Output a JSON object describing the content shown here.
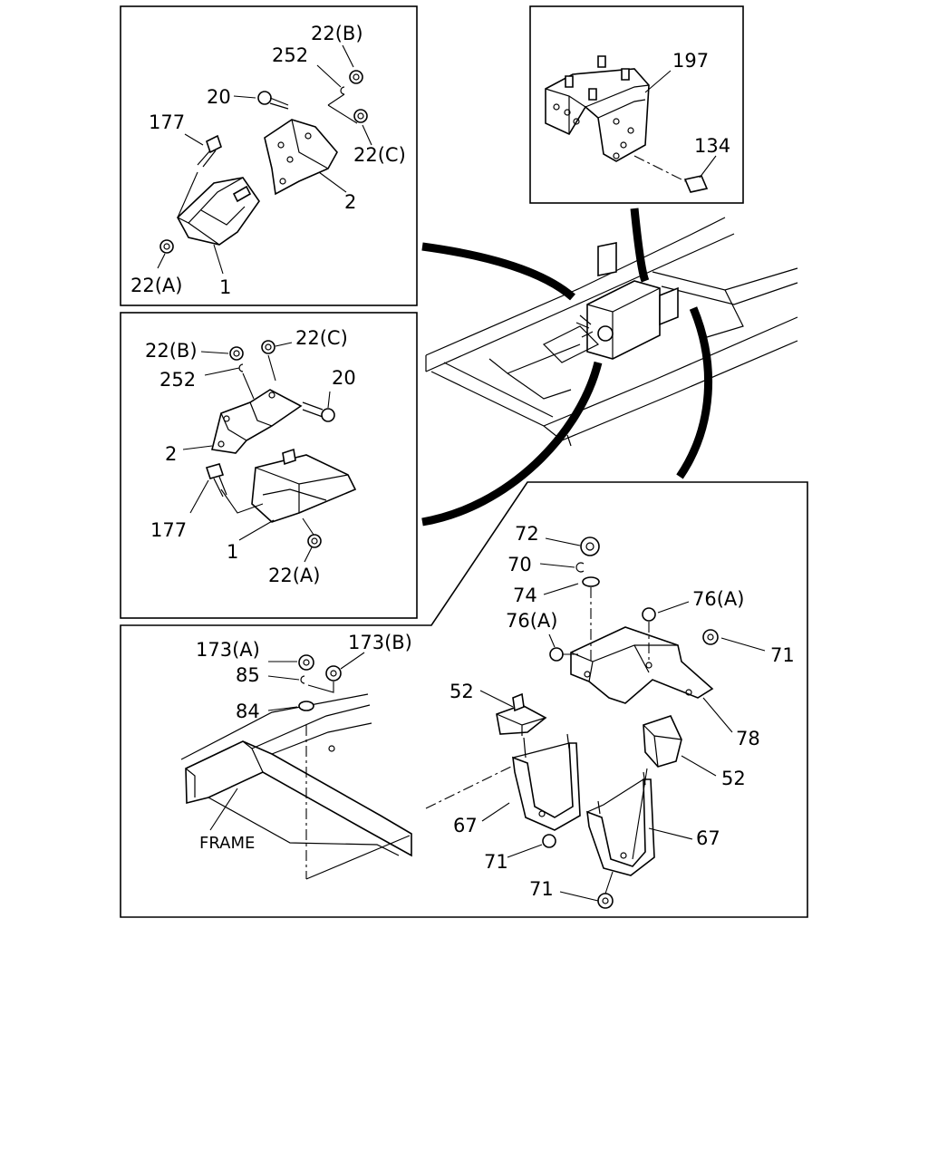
{
  "diagram": {
    "top_left_panel": {
      "labels": [
        "22(B)",
        "252",
        "20",
        "177",
        "22(C)",
        "2",
        "22(A)",
        "1"
      ]
    },
    "top_right_panel": {
      "labels": [
        "197",
        "134"
      ]
    },
    "mid_left_panel": {
      "labels": [
        "22(B)",
        "22(C)",
        "252",
        "20",
        "2",
        "177",
        "1",
        "22(A)"
      ]
    },
    "bottom_panel": {
      "labels": [
        "72",
        "70",
        "74",
        "76(A)",
        "76(A)",
        "71",
        "173(A)",
        "173(B)",
        "85",
        "84",
        "52",
        "78",
        "52",
        "FRAME",
        "67",
        "71",
        "67",
        "71"
      ]
    }
  }
}
